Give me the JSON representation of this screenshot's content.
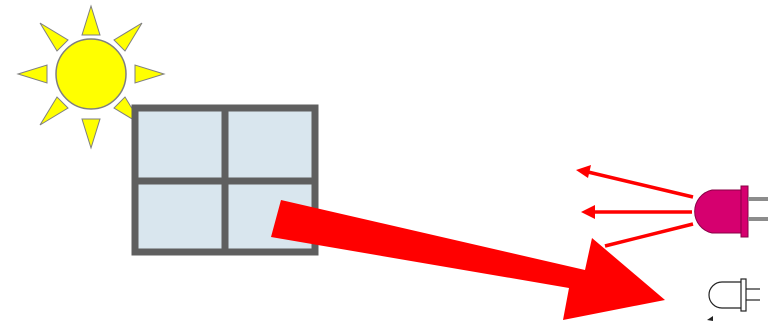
{
  "diagram": {
    "elements": [
      {
        "name": "sun-icon",
        "color": "#ffff00",
        "ray_color": "#ffff00",
        "outline": "#7f7f7f"
      },
      {
        "name": "window-icon",
        "pane_color": "#d9e6ee",
        "frame_color": "#5f5f5f"
      },
      {
        "name": "large-arrow",
        "color": "#ff0000"
      },
      {
        "name": "led-red-icon",
        "body_color": "#d6006f",
        "lead_color": "#8c8c8c"
      },
      {
        "name": "emitted-light-arrows",
        "color": "#ff0000",
        "count": 3
      },
      {
        "name": "led-clear-icon",
        "body_color": "#ffffff",
        "outline": "#222222"
      }
    ]
  }
}
